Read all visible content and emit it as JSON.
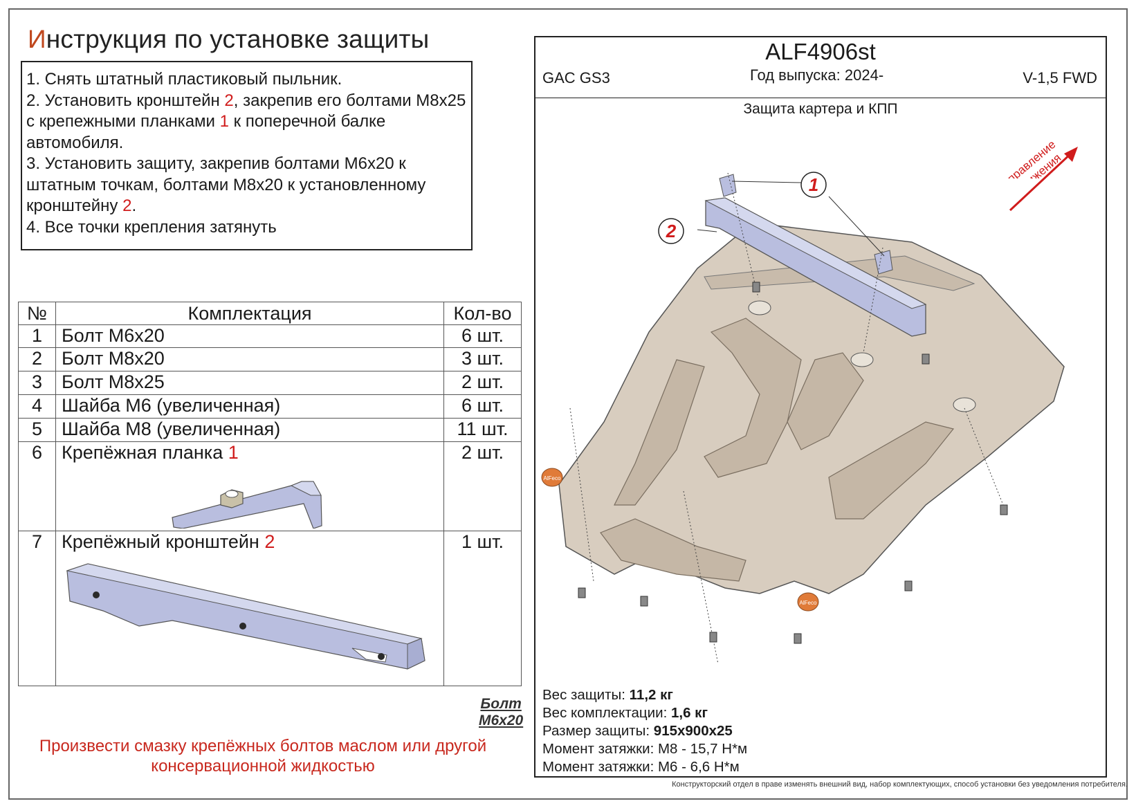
{
  "title": {
    "first_letter": "И",
    "rest": "нструкция по установке защиты"
  },
  "steps": [
    {
      "a": "1. Снять штатный пластиковый пыльник."
    },
    {
      "a": "2. Установить кронштейн ",
      "r1": "2",
      "b": ", закрепив его болтами М8х25 с крепежными планками ",
      "r2": "1",
      "c": " к поперечной балке автомобиля."
    },
    {
      "a": "3. Установить защиту, закрепив болтами М6х20 к штатным точкам, болтами М8х20 к установленному кронштейну ",
      "r1": "2",
      "b": "."
    },
    {
      "a": "4. Все точки крепления затянуть"
    }
  ],
  "kit": {
    "headers": {
      "num": "№",
      "name": "Комплектация",
      "qty": "Кол-во"
    },
    "rows": [
      {
        "num": "1",
        "name": "Болт М6х20",
        "qty": "6 шт."
      },
      {
        "num": "2",
        "name": "Болт М8х20",
        "qty": "3 шт."
      },
      {
        "num": "3",
        "name": "Болт М8х25",
        "qty": "2 шт."
      },
      {
        "num": "4",
        "name": "Шайба М6 (увеличенная)",
        "qty": "6 шт."
      },
      {
        "num": "5",
        "name": "Шайба М8 (увеличенная)",
        "qty": "11 шт."
      },
      {
        "num": "6",
        "name": "Крепёжная планка ",
        "ref": "1",
        "qty": "2 шт."
      },
      {
        "num": "7",
        "name": "Крепёжный кронштейн ",
        "ref": "2",
        "qty": "1 шт."
      }
    ]
  },
  "bolt_note": {
    "line1": "Болт",
    "line2": "М6х20"
  },
  "lube_note": "Произвести смазку крепёжных болтов маслом или другой консервационной жидкостью",
  "spec": {
    "part_code": "ALF4906st",
    "car": "GAC GS3",
    "year": "Год выпуска: 2024-",
    "engine": "V-1,5 FWD",
    "protection": "Защита картера и КПП",
    "direction_l1": "Направление",
    "direction_l2": "движения",
    "callout_1": "1",
    "callout_2": "2",
    "logo_text": "AlFeco",
    "weight_label": "Вес защиты: ",
    "weight": "11,2 кг",
    "kit_weight_label": "Вес комплектации: ",
    "kit_weight": "1,6 кг",
    "size_label": "Размер защиты: ",
    "size": "915х900х25",
    "torque_m8_label": "Момент затяжки:  ",
    "torque_m8": "М8 - 15,7 Н*м",
    "torque_m6_label": "Момент затяжки:  ",
    "torque_m6": "М6 - 6,6 Н*м"
  },
  "disclaimer": "Конструкторский отдел в праве изменять внешний вид, набор комплектующих, способ установки без уведомления потребителя.",
  "colors": {
    "accent_red": "#d01c1c",
    "title_orange": "#c0481e",
    "plate_fill": "#d8cdbf",
    "bracket_fill": "#b9bedf"
  }
}
